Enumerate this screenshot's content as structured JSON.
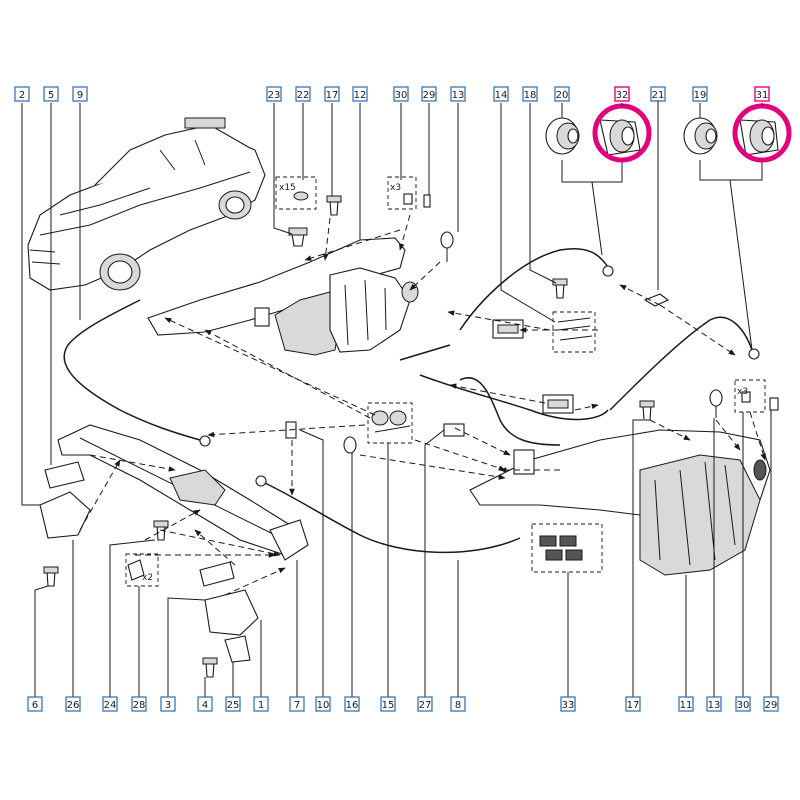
{
  "highlight_color": "#e4007c",
  "label_box_color": "#2b6cb0",
  "labels_top": [
    "2",
    "5",
    "9",
    "23",
    "22",
    "17",
    "12",
    "30",
    "29",
    "13",
    "14",
    "18",
    "20",
    "32",
    "21",
    "19",
    "31"
  ],
  "labels_bottom": [
    "6",
    "26",
    "24",
    "28",
    "3",
    "4",
    "25",
    "1",
    "7",
    "10",
    "16",
    "15",
    "27",
    "8",
    "33",
    "17",
    "11",
    "13",
    "30",
    "29"
  ],
  "quantities": {
    "q15": "x15",
    "q3a": "x3",
    "q2": "x2",
    "q3b": "x3"
  },
  "highlighted_parts": [
    "32",
    "31"
  ]
}
